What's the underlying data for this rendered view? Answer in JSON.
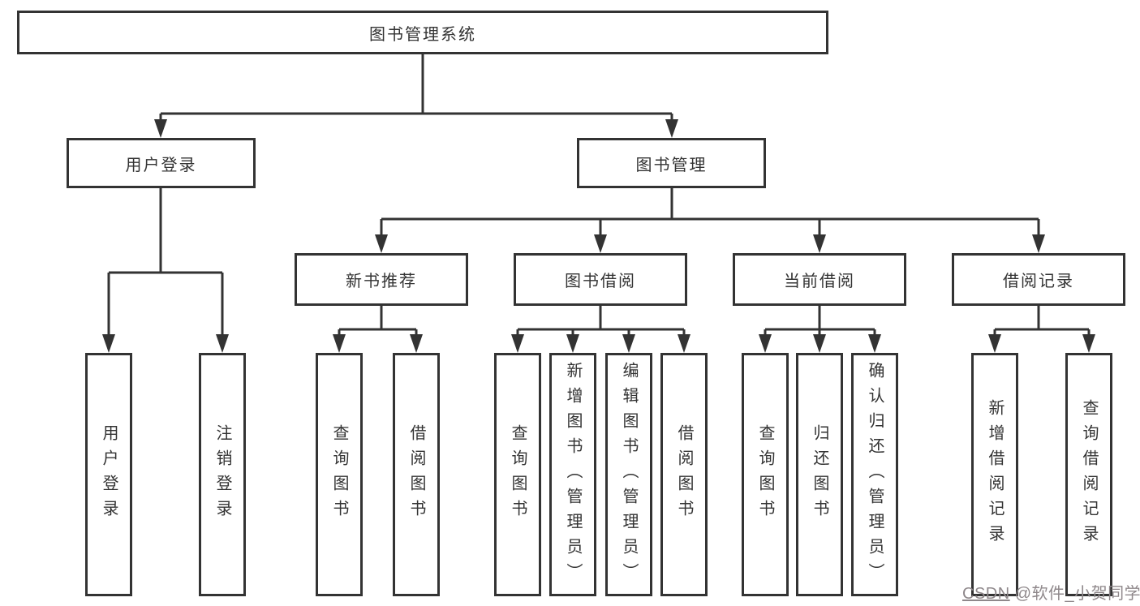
{
  "diagram": {
    "root": {
      "label": "图书管理系统"
    },
    "level2": [
      {
        "label": "用户登录"
      },
      {
        "label": "图书管理"
      }
    ],
    "level3": [
      {
        "label": "新书推荐"
      },
      {
        "label": "图书借阅"
      },
      {
        "label": "当前借阅"
      },
      {
        "label": "借阅记录"
      }
    ],
    "leaves": {
      "user_login": [
        "用户登录",
        "注销登录"
      ],
      "new_book_recommend": [
        "查询图书",
        "借阅图书"
      ],
      "book_borrow": [
        "查询图书",
        "新增图书（管理员）",
        "编辑图书（管理员）",
        "借阅图书"
      ],
      "current_borrow": [
        "查询图书",
        "归还图书",
        "确认归还（管理员）"
      ],
      "borrow_records": [
        "新增借阅记录",
        "查询借阅记录"
      ]
    }
  },
  "watermark": {
    "brand": "CSDN",
    "handle": "@软件_小贺同学"
  },
  "colors": {
    "line": "#333333",
    "box_border": "#333333",
    "text": "#333333",
    "watermark": "#8f888b",
    "background": "#ffffff"
  }
}
